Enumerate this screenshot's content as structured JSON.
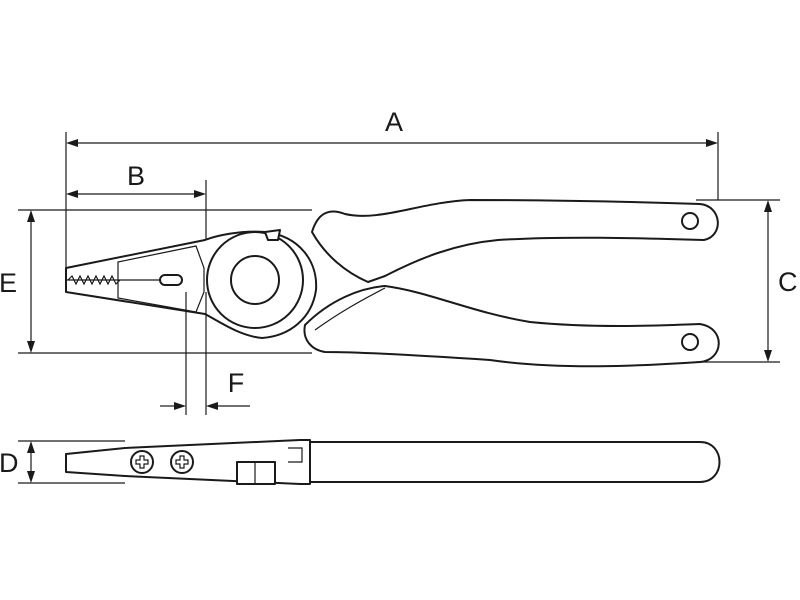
{
  "dimensions": {
    "a": "A",
    "b": "B",
    "c": "C",
    "d": "D",
    "e": "E",
    "f": "F"
  }
}
